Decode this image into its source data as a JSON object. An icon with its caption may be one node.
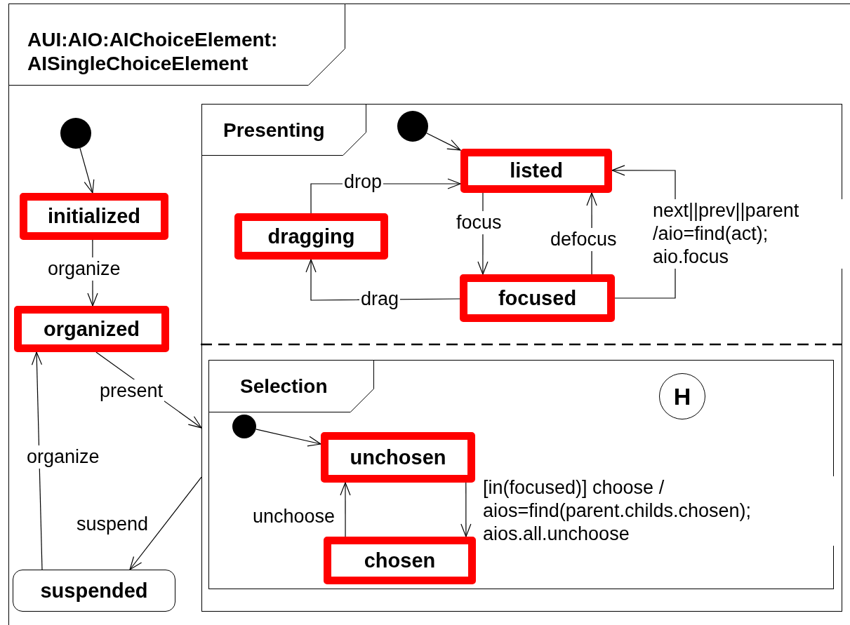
{
  "diagram": {
    "nodes": [
      {
        "text": [
          "AUI:AIO:AIChoiceElement: AISingleChoiceElement"
        ]
      },
      {
        "text": [],
        "shape": "circle",
        "in": 0
      },
      {
        "text": [
          "initialized"
        ],
        "in": 0
      },
      {
        "text": [
          "organized"
        ],
        "in": 0
      },
      {
        "text": [
          "suspended"
        ],
        "in": 0
      },
      {
        "text": [
          "Presenting"
        ],
        "in": 0
      },
      {
        "text": [],
        "shape": "circle",
        "in": 5
      },
      {
        "text": [
          "listed"
        ],
        "in": 5
      },
      {
        "text": [
          "dragging"
        ],
        "in": 5
      },
      {
        "text": [
          "focused"
        ],
        "in": 5
      },
      {
        "text": [
          "Selection"
        ],
        "in": 5
      },
      {
        "text": [
          "H"
        ],
        "in": 10
      },
      {
        "text": [],
        "shape": "circle",
        "in": 10
      },
      {
        "text": [
          "unchosen"
        ],
        "in": 10
      },
      {
        "text": [
          "chosen"
        ],
        "in": 10
      }
    ],
    "edges": [
      {
        "from": 1,
        "to": 2,
        "arrow": "to"
      },
      {
        "from": 2,
        "to": 3,
        "arrow": "to",
        "label": "organize"
      },
      {
        "from": 3,
        "to": 5,
        "arrow": "to",
        "label": "present"
      },
      {
        "from": 5,
        "to": 4,
        "arrow": "to",
        "label": "suspend"
      },
      {
        "from": 4,
        "to": 3,
        "arrow": "to",
        "label": "organize"
      },
      {
        "from": 6,
        "to": 7,
        "arrow": "to"
      },
      {
        "from": 8,
        "to": 7,
        "arrow": "to",
        "label": "drop"
      },
      {
        "from": 7,
        "to": 9,
        "arrow": "to",
        "label": "focus"
      },
      {
        "from": 9,
        "to": 7,
        "arrow": "to",
        "label": "defocus"
      },
      {
        "from": 9,
        "to": 8,
        "arrow": "to",
        "label": "drag"
      },
      {
        "from": 9,
        "to": 7,
        "arrow": "to",
        "label": "next||prev||parent /aio=find(act); aio.focus"
      },
      {
        "from": 12,
        "to": 13,
        "arrow": "to"
      },
      {
        "from": 13,
        "to": 14,
        "arrow": "to",
        "label": "[in(focused)] choose / aios=find(parent.childs.chosen); aios.all.unchoose"
      },
      {
        "from": 14,
        "to": 13,
        "arrow": "to",
        "label": "unchoose"
      }
    ]
  }
}
